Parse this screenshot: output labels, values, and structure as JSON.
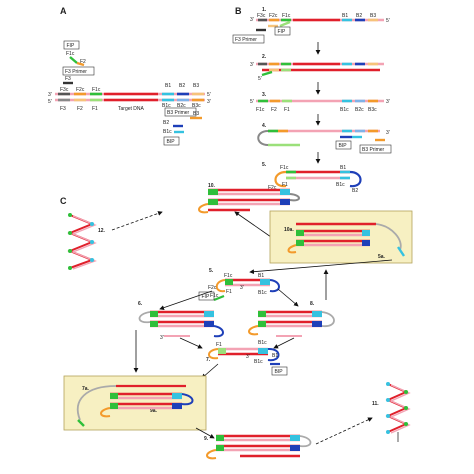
{
  "colors": {
    "target": "#e0202b",
    "pink": "#f3a3b4",
    "green": "#2fbf3a",
    "light_green": "#9be07a",
    "orange": "#f39a2b",
    "light_orange": "#f6c37a",
    "blue": "#1e3fb8",
    "cyan": "#35c2e0",
    "sky": "#7fb3e8",
    "yellow_box": "#f7f0c2",
    "yellow_border": "#b3a25a",
    "grey": "#8a8a8a"
  },
  "panels": {
    "a": "A",
    "b": "B",
    "c": "C"
  },
  "panel_a": {
    "fip_box": "FIP",
    "f1c": "F1c",
    "f2": "F2",
    "f3_primer_box": "F3 Primer",
    "f3": "F3",
    "f3c": "F3c",
    "f2c": "F2c",
    "f1c_top": "F1c",
    "b1": "B1",
    "b2": "B2",
    "b3": "B3",
    "prime3_left": "3'",
    "prime5_left": "5'",
    "prime5_right": "5'",
    "prime3_right": "3'",
    "f3_bottom": "F3",
    "f2_bottom": "F2",
    "f1_bottom": "F1",
    "target_dna": "Target DNA",
    "b1c": "B1c",
    "b2c": "B2c",
    "b3c": "B3c",
    "b3_primer_box": "B3 Primer",
    "b3_primer_label": "B3",
    "b2_lower": "B2",
    "b1c_lower": "B1c",
    "bip_box": "BIP"
  },
  "panel_b": {
    "s1": "1.",
    "s2": "2.",
    "s3": "3.",
    "s4": "4.",
    "s5": "5.",
    "s1_labels": {
      "prime3": "3'",
      "f3c": "F3c",
      "f2c": "F2c",
      "f1c": "F1c",
      "b1": "B1",
      "b2": "B2",
      "b3": "B3",
      "prime5": "5'"
    },
    "fip": "FIP",
    "f3_primer": "F3 Primer",
    "s2_prime3": "3'",
    "s2_prime5": "5'",
    "s3_prime5": "5'",
    "s3_prime3": "3'",
    "s3_labels": {
      "f1c": "F1c",
      "f2": "F2",
      "f1": "F1",
      "b1c": "B1c",
      "b2c": "B2c",
      "b3c": "B3c"
    },
    "bip": "BIP",
    "b3_primer": "B3 Primer",
    "s4_prime3": "3'",
    "s5_labels": {
      "f1c": "F1c",
      "b1": "B1",
      "f2c": "F2c",
      "f1": "F1",
      "b1c": "B1c",
      "b2": "B2"
    }
  },
  "panel_c": {
    "s5": "5.",
    "s5_labels": {
      "f1c": "F1c",
      "b1": "B1",
      "f2c": "F2c",
      "f1": "F1",
      "b1c": "B1c",
      "f1c_b": "F1c",
      "prime3": "3'"
    },
    "fip": "FIP",
    "s6": "6.",
    "s8": "8.",
    "s7": "7.",
    "s7_labels": {
      "f1": "F1",
      "b1c": "B1c",
      "b1": "B1",
      "b1c_b": "B1c",
      "prime3": "3'"
    },
    "bip": "BIP",
    "s10": "10.",
    "s10a": "10a.",
    "s5a": "5a.",
    "s12": "12.",
    "s7a": "7a.",
    "s9a": "9a.",
    "s9": "9.",
    "s11": "11."
  }
}
